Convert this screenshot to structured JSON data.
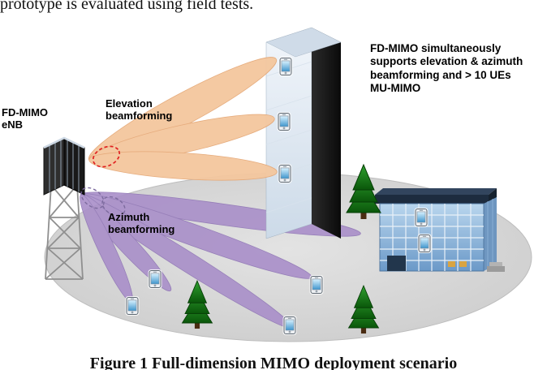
{
  "document": {
    "top_text": "prototype is evaluated using field tests.",
    "caption": "Figure 1 Full-dimension MIMO deployment scenario"
  },
  "figure": {
    "labels": {
      "enb": "FD-MIMO\neNB",
      "elevation": "Elevation\nbeamforming",
      "azimuth": "Azimuth\nbeamforming",
      "note": "FD-MIMO simultaneously\nsupports elevation & azimuth\nbeamforming and > 10 UEs\nMU-MIMO"
    },
    "colors": {
      "elevation_beam": "#f4c79e",
      "azimuth_beam": "#a98fc9",
      "ground": "#d6d6d6",
      "tree_green": "#157a15",
      "glass_blue": "#8fb4da",
      "highlight_dashed_red": "#e02020",
      "highlight_dashed_purple": "#7d6b9e"
    },
    "icons": {
      "enb-antenna-icon": "dual-panel FD-MIMO antenna array on lattice tower",
      "ue-phone-icon": "mobile handset user equipment",
      "pine-tree-icon": "evergreen tree",
      "tall-building-icon": "tall dark high-rise building",
      "office-building-icon": "blue glass office building"
    }
  }
}
